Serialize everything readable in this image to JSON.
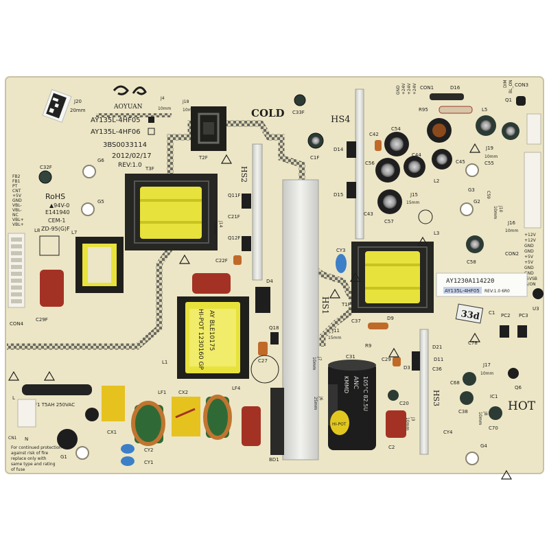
{
  "board": {
    "brand": "AOYUAN",
    "models": [
      "AY135L-4HF05",
      "AY135L-4HF06"
    ],
    "part_number": "3BS0033114",
    "date": "2012/02/17",
    "revision": "REV:1.0",
    "zones": {
      "cold": "COLD",
      "hot": "HOT"
    },
    "rohs": "RoHS",
    "cert": [
      "▲94V-0",
      "E141940",
      "CEM-1",
      "ZD-95(G)F"
    ],
    "fuse_label": "F1  T5AH 250VAC",
    "caution_lines": [
      "For continued protection",
      "against risk of fire",
      "replace only with",
      "same type and rating",
      "of fuse"
    ],
    "sticker_serial": "AY1230A114220",
    "sticker_model": "AY135L-4HF05",
    "sticker_rev": "REV:1.0 6R0",
    "qc_mark": "33d",
    "transformer_label_1": "AY BLE10175",
    "transformer_label_2": "HI-POT 1230160 GP",
    "cap_brand": "ANC",
    "cap_label": "105°C 82.5U",
    "cap_hipot": "HI-POT",
    "cap_kmmd": "KMMD",
    "con2_pins": [
      "+12V",
      "+12V",
      "GND",
      "GND",
      "+5V",
      "+5V",
      "GND",
      "GND",
      "+5VSB",
      "PS/ON"
    ],
    "con1_pins": [
      "GND",
      "+24V",
      "+24V",
      "+24V"
    ],
    "con3_pins": [
      "DIM",
      "BL_ON"
    ],
    "con4_pins": [
      "FB2",
      "FB1",
      "PT",
      "CNT",
      "+5V",
      "GND",
      "VBL-",
      "VBL-",
      "NC",
      "VBL+",
      "VBL+"
    ],
    "labels": {
      "j20": "J20",
      "j20_len": "20mm",
      "j4": "J4",
      "j4_len": "10mm",
      "j18": "J18",
      "j18_len": "10mm",
      "c33f": "C33F",
      "c32f": "C32F",
      "c1f": "C1F",
      "g6": "G6",
      "g5": "G5",
      "t3f": "T3F",
      "t2f": "T2F",
      "hs2": "HS2",
      "hs4": "HS4",
      "hs1": "HS1",
      "hs3": "HS3",
      "q11f": "Q11F",
      "c21f": "C21F",
      "q12f": "Q12F",
      "j14": "J14",
      "j14_len": "10mm",
      "c22f": "C22F",
      "l7": "L7",
      "l8": "L8",
      "con4": "CON4",
      "c29f": "C29F",
      "d4": "D4",
      "q18": "Q18",
      "c27": "C27",
      "l1": "L1",
      "lf4": "LF4",
      "lf1": "LF1",
      "cx1": "CX1",
      "cx2": "CX2",
      "cy1": "CY1",
      "cy2": "CY2",
      "g1": "G1",
      "bd1": "BD1",
      "cn1": "CN1",
      "cy3": "CY3",
      "t1f": "T1F",
      "c37": "C37",
      "d9": "D9",
      "j11": "J11",
      "j11_len": "15mm",
      "r9": "R9",
      "c31": "C31",
      "j7": "J7",
      "j7_len": "10mm",
      "j6": "J6",
      "j6_len": "25mm",
      "c29": "C29",
      "d3": "D3",
      "c20": "C20",
      "c2": "C2",
      "j3": "J3",
      "j3_len": "10mm",
      "d14": "D14",
      "d15": "D15",
      "c42": "C42",
      "c54": "C54",
      "c56": "C56",
      "c44": "C44",
      "c43": "C43",
      "c57": "C57",
      "c45": "C45",
      "l2": "L2",
      "l3": "L3",
      "j15": "J15",
      "j15_len": "15mm",
      "con1": "CON1",
      "d16": "D16",
      "r95": "R95",
      "l5": "L5",
      "q1": "Q1",
      "con3": "CON3",
      "j19": "J19",
      "j19_len": "10mm",
      "c55": "C55",
      "g3": "G3",
      "g2": "G2",
      "j10": "J10",
      "j10_len": "10mm",
      "c59": "C59",
      "j16": "J16",
      "j16_len": "10mm",
      "con2": "CON2",
      "c58": "C58",
      "u3": "U3",
      "c1": "C1",
      "pc2": "PC2",
      "pc3": "PC3",
      "c78": "C78",
      "d21": "D21",
      "d11": "D11",
      "c36": "C36",
      "j17": "J17",
      "j17_len": "10mm",
      "q6": "Q6",
      "c68": "C68",
      "c38": "C38",
      "ic1": "IC1",
      "c70": "C70",
      "j8": "J8",
      "j8_len": "10mm",
      "cy4": "CY4",
      "g4": "G4",
      "l": "L",
      "n": "N"
    }
  },
  "colors": {
    "board": "#ece6c6",
    "trace": "#4e5046",
    "silkscreen": "#1e1e1e",
    "ferrite": "#2a2a26",
    "winding": "#e8e23c",
    "heatsink": "#e9eae6",
    "electrolytic_green": "#3f5a4a",
    "electrolytic_black": "#1d1d1d",
    "film_cap_red": "#a43224",
    "xcap_yellow": "#e6c21e",
    "ycap_blue": "#3c7fc8",
    "copper": "#c07530"
  }
}
